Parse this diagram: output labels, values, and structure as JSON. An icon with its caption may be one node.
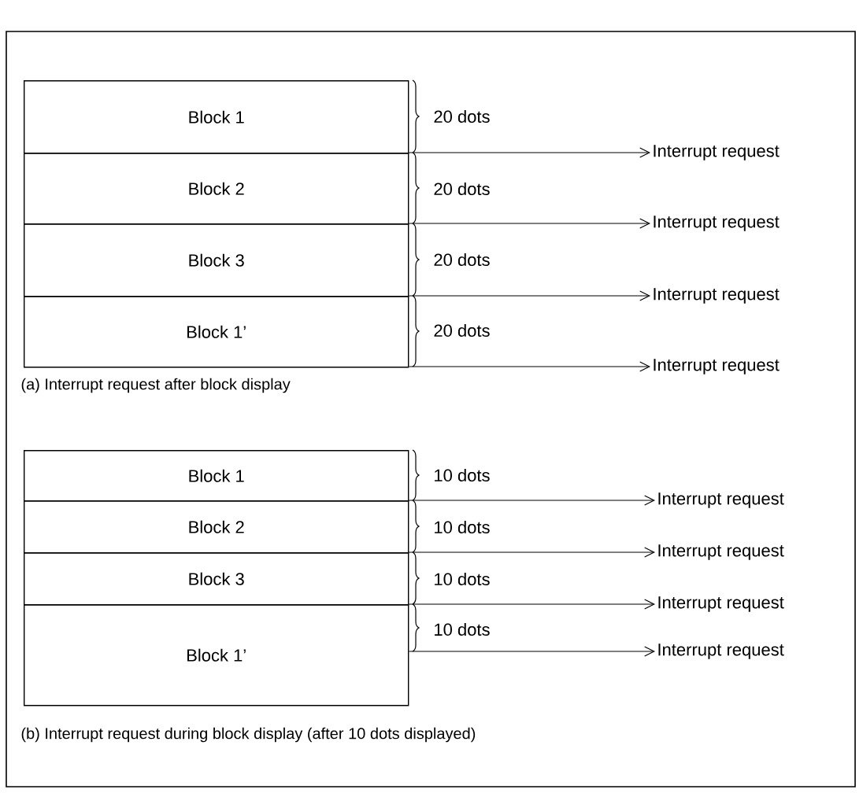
{
  "diagram": {
    "nodes": [
      {
        "text": [
          "Block 1"
        ],
        "beside": [
          "20 dots"
        ]
      },
      {
        "text": [
          "Block 2"
        ],
        "beside": [
          "20 dots"
        ]
      },
      {
        "text": [
          "Block 3"
        ],
        "beside": [
          "20 dots"
        ]
      },
      {
        "text": [
          "Block 1’"
        ],
        "beside": [
          "20 dots"
        ]
      },
      {
        "text": [
          "Interrupt request"
        ]
      },
      {
        "text": [
          "Interrupt request"
        ]
      },
      {
        "text": [
          "Interrupt request"
        ]
      },
      {
        "text": [
          "Interrupt request"
        ]
      },
      {
        "text": [
          "Block 1"
        ],
        "beside": [
          "10 dots"
        ]
      },
      {
        "text": [
          "Block 2"
        ],
        "beside": [
          "10 dots"
        ]
      },
      {
        "text": [
          "Block 3"
        ],
        "beside": [
          "10 dots"
        ]
      },
      {
        "text": [
          "Block 1’"
        ],
        "beside": [
          "10 dots"
        ]
      },
      {
        "text": [
          "Interrupt request"
        ]
      },
      {
        "text": [
          "Interrupt request"
        ]
      },
      {
        "text": [
          "Interrupt request"
        ]
      },
      {
        "text": [
          "Interrupt request"
        ]
      }
    ],
    "edges": [
      {
        "from": 0,
        "to": 4,
        "arrow": "to"
      },
      {
        "from": 1,
        "to": 5,
        "arrow": "to"
      },
      {
        "from": 2,
        "to": 6,
        "arrow": "to"
      },
      {
        "from": 3,
        "to": 7,
        "arrow": "to"
      },
      {
        "from": 8,
        "to": 12,
        "arrow": "to"
      },
      {
        "from": 9,
        "to": 13,
        "arrow": "to"
      },
      {
        "from": 10,
        "to": 14,
        "arrow": "to"
      },
      {
        "from": 11,
        "to": 15,
        "arrow": "to"
      }
    ],
    "labels": [
      "(a)  Interrupt request after block display",
      "(b)  Interrupt request during block display (after 10 dots displayed)"
    ]
  }
}
